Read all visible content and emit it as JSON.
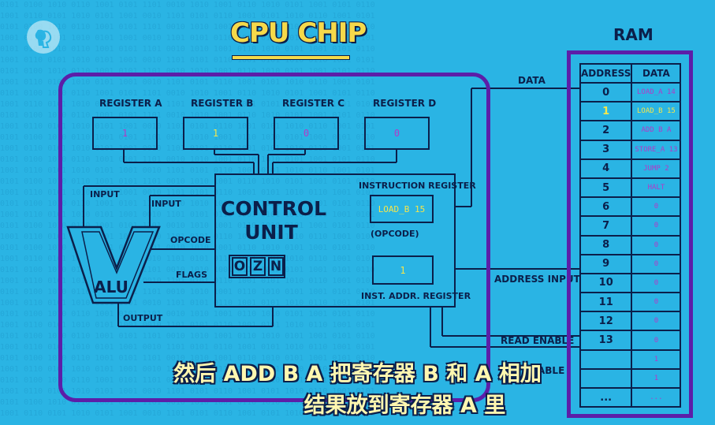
{
  "title": "CPU CHIP",
  "ram_title": "RAM",
  "registers": [
    {
      "label": "REGISTER A",
      "value": "1",
      "color": "#b23ac8"
    },
    {
      "label": "REGISTER B",
      "value": "1",
      "color": "#f5e64a"
    },
    {
      "label": "REGISTER C",
      "value": "0",
      "color": "#b23ac8"
    },
    {
      "label": "REGISTER D",
      "value": "0",
      "color": "#b23ac8"
    }
  ],
  "control_unit": {
    "label_line1": "CONTROL",
    "label_line2": "UNIT",
    "instruction_register_label": "INSTRUCTION REGISTER",
    "instruction_register_value": "LOAD_B 15",
    "opcode_note": "(OPCODE)",
    "inst_addr_register_label": "INST. ADDR. REGISTER",
    "inst_addr_register_value": "1",
    "flags": [
      "O",
      "Z",
      "N"
    ]
  },
  "alu": {
    "label": "ALU",
    "input1": "INPUT",
    "input2": "INPUT",
    "opcode": "OPCODE",
    "flags": "FLAGS",
    "output": "OUTPUT"
  },
  "bus_labels": {
    "data": "DATA",
    "address_input": "ADDRESS INPUT",
    "read_enable": "READ ENABLE",
    "write_enable_partial": "W",
    "write_enable_tail": "ABLE"
  },
  "ram": {
    "header_address": "ADDRESS",
    "header_data": "DATA",
    "rows": [
      {
        "address": "0",
        "data": "LOAD_A 14"
      },
      {
        "address": "1",
        "data": "LOAD_B 15",
        "highlight": true
      },
      {
        "address": "2",
        "data": "ADD B A"
      },
      {
        "address": "3",
        "data": "STORE_A 13"
      },
      {
        "address": "4",
        "data": "JUMP 2"
      },
      {
        "address": "5",
        "data": "HALT"
      },
      {
        "address": "6",
        "data": "0"
      },
      {
        "address": "7",
        "data": "0"
      },
      {
        "address": "8",
        "data": "0"
      },
      {
        "address": "9",
        "data": "0"
      },
      {
        "address": "10",
        "data": "0"
      },
      {
        "address": "11",
        "data": "0"
      },
      {
        "address": "12",
        "data": "0"
      },
      {
        "address": "13",
        "data": "0"
      },
      {
        "address": "",
        "data": "1"
      },
      {
        "address": "",
        "data": "1"
      },
      {
        "address": "...",
        "data": "..."
      }
    ]
  },
  "subtitles": {
    "line1": "然后 ADD B A 把寄存器 B 和 A 相加",
    "line2": "结果放到寄存器 A 里"
  },
  "icons": {
    "logo": "pbs-logo-icon"
  }
}
